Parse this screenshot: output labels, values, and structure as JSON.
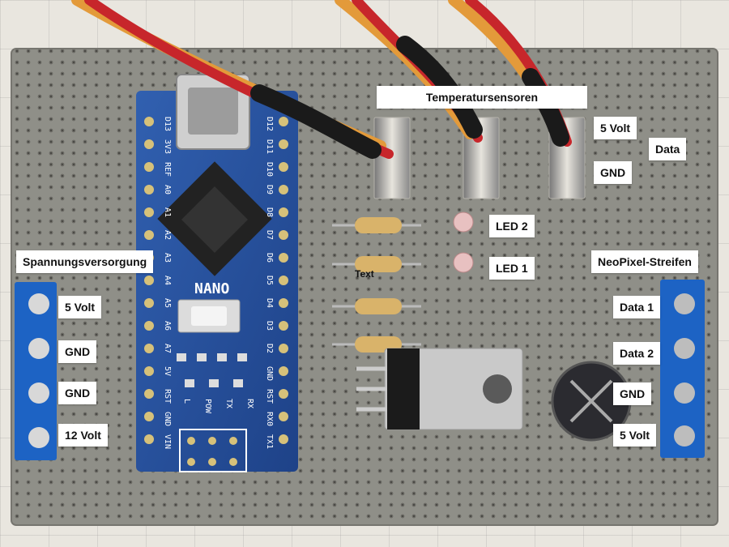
{
  "labels": {
    "temperatursensoren": "Temperatursensoren",
    "fuenf_volt_top": "5 Volt",
    "data_top": "Data",
    "gnd_top": "GND",
    "led2": "LED 2",
    "led1": "LED 1",
    "text_stray": "Text",
    "spannungsversorgung": "Spannungsversorgung",
    "neopixel_streifen": "NeoPixel-Streifen",
    "power_5volt": "5 Volt",
    "power_gnd1": "GND",
    "power_gnd2": "GND",
    "power_12volt": "12 Volt",
    "strip_data1": "Data 1",
    "strip_data2": "Data 2",
    "strip_gnd": "GND",
    "strip_5volt": "5 Volt"
  },
  "board": {
    "nano_label": "NANO",
    "pin_labels_left": [
      "D13",
      "3V3",
      "REF",
      "A0",
      "A1",
      "A2",
      "A3",
      "A4",
      "A5",
      "A6",
      "A7",
      "5V",
      "RST",
      "GND",
      "VIN"
    ],
    "pin_labels_right": [
      "D12",
      "D11",
      "D10",
      "D9",
      "D8",
      "D7",
      "D6",
      "D5",
      "D4",
      "D3",
      "D2",
      "GND",
      "RST",
      "RX0",
      "TX1"
    ],
    "led_labels": [
      "L",
      "POW",
      "TX",
      "RX"
    ]
  },
  "colors": {
    "perfboard": "#8f8f88",
    "nano_blue": "#2a4f9b",
    "terminal_blue": "#1d63c4",
    "wire_orange": "#e39a3a",
    "wire_red": "#c7262b",
    "heat_shrink": "#1a1a1a"
  }
}
